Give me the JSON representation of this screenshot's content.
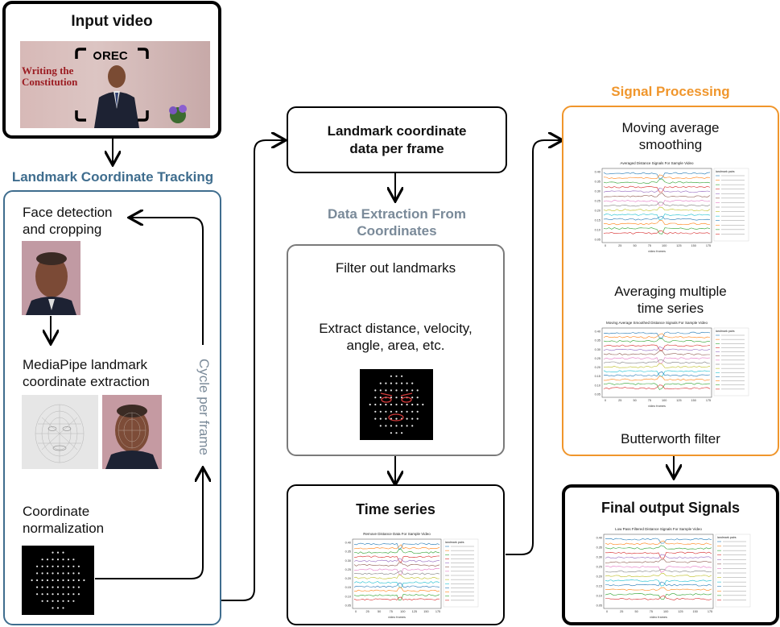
{
  "input": {
    "title": "Input video",
    "rec": "REC",
    "banner_line1": "Writing the",
    "banner_line2": "Constitution"
  },
  "tracking": {
    "title": "Landmark Coordinate Tracking",
    "step1_line1": "Face detection",
    "step1_line2": "and cropping",
    "step2_line1": "MediaPipe landmark",
    "step2_line2": "coordinate extraction",
    "step3_line1": "Coordinate",
    "step3_line2": "normalization",
    "cycle": "Cycle per frame"
  },
  "landmark_box": {
    "line1": "Landmark coordinate",
    "line2": "data per frame"
  },
  "extraction": {
    "title_line1": "Data Extraction From",
    "title_line2": "Coordinates",
    "step1": "Filter out landmarks",
    "step2_line1": "Extract distance, velocity,",
    "step2_line2": "angle, area, etc."
  },
  "time_series": {
    "title": "Time series",
    "plot_title": "Remove Distance Data For Sample Video"
  },
  "processing": {
    "title": "Signal Processing",
    "step1_line1": "Moving average",
    "step1_line2": "smoothing",
    "step2_line1": "Averaging multiple",
    "step2_line2": "time series",
    "step3": "Butterworth filter",
    "plot1_title": "Averaged Distance Signals For Sample Video",
    "plot2_title": "Moving Average Smoothed Distance Signals For Sample Video"
  },
  "final": {
    "title": "Final output Signals",
    "plot_title": "Low Pass Filtered Distance Signals For Sample Video"
  },
  "plot_axis": {
    "xlabel": "video frames",
    "legend_title": "landmark pairs",
    "xticks": [
      "0",
      "25",
      "50",
      "75",
      "100",
      "125",
      "150",
      "175"
    ],
    "yticks": [
      "0.40",
      "0.35",
      "0.30",
      "0.25",
      "0.20",
      "0.15",
      "0.10",
      "0.05"
    ]
  },
  "colors": {
    "blue_border": "#3f6d8e",
    "orange_border": "#f0962c",
    "grey_text": "#7a8a99",
    "blue_text": "#3f6d8e",
    "orange_text": "#f0962c"
  }
}
